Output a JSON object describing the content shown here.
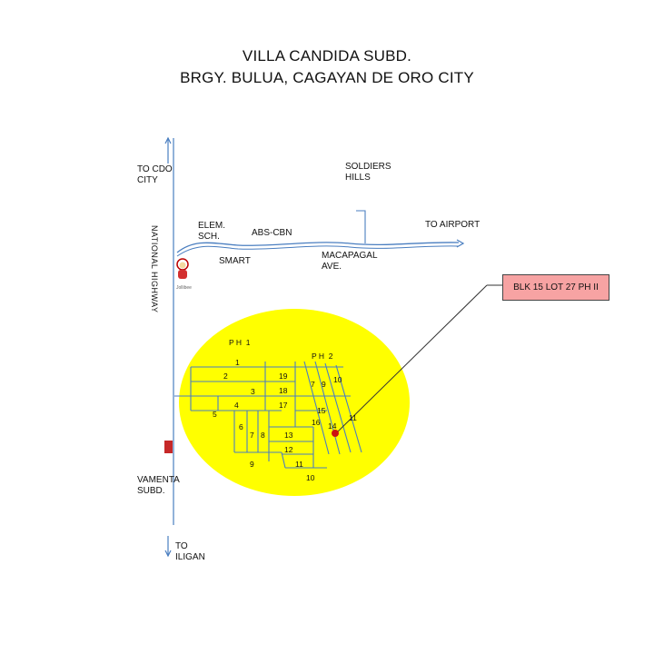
{
  "title_line1": "VILLA CANDIDA SUBD.",
  "title_line2": "BRGY. BULUA, CAGAYAN DE ORO CITY",
  "labels": {
    "to_cdo": "TO CDO\nCITY",
    "soldiers_hills": "SOLDIERS\nHILLS",
    "to_airport": "TO AIRPORT",
    "elem_sch": "ELEM.\nSCH.",
    "abs_cbn": "ABS-CBN",
    "smart": "SMART",
    "macapagal": "MACAPAGAL\nAVE.",
    "national_highway": "NATIONAL HIGHWAY",
    "vamenta": "VAMENTA\nSUBD.",
    "to_iligan": "TO\nILIGAN",
    "jollibee": "Jollibee",
    "ph1": "P H  1",
    "ph2": "P H  2"
  },
  "callout": "BLK 15 LOT 27 PH II",
  "blocks": {
    "b1": "1",
    "b2": "2",
    "b3": "3",
    "b4": "4",
    "b5": "5",
    "b6": "6",
    "b7": "7",
    "b8": "8",
    "b9": "9",
    "b10": "10",
    "b11": "11",
    "b12": "12",
    "b13": "13",
    "b14": "14",
    "b15": "15",
    "b16": "16",
    "b17": "17",
    "b18": "18",
    "b19": "19",
    "p2_7": "7",
    "p2_9": "9",
    "p2_10": "10",
    "p2_11": "11"
  },
  "colors": {
    "subdivision_area": "#ffff00",
    "road_lines": "#4a7ec0",
    "callout_fill": "#f7a3a3",
    "marker": "#cc1111"
  }
}
